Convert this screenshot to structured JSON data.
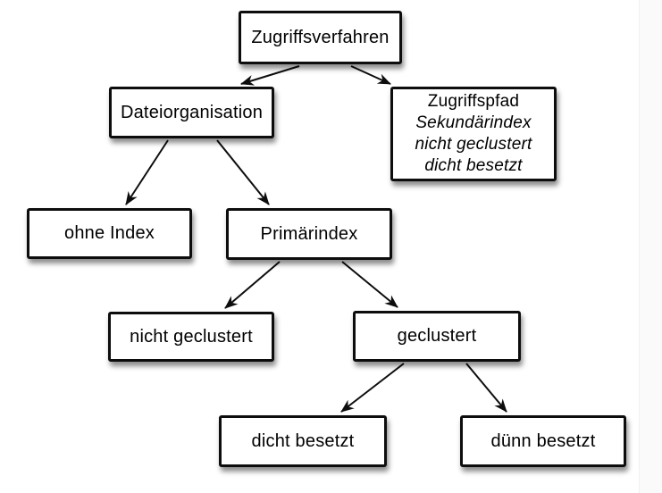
{
  "page": {
    "background_color": "#ffffff",
    "right_margin_color": "#fafafa"
  },
  "colors": {
    "box_fill": "#ffffff",
    "box_border": "#0d0d0d",
    "arrow": "#0d0d0d",
    "text": "#000000",
    "shadow": "rgba(0,0,0,0.45)"
  },
  "tree": {
    "nodes": {
      "root": {
        "label": "Zugriffsverfahren"
      },
      "dateiorganisation": {
        "label": "Dateiorganisation"
      },
      "zugriffspfad": {
        "lines": [
          "Zugriffspfad",
          "Sekundärindex",
          "nicht geclustert",
          "dicht besetzt"
        ]
      },
      "ohne_index": {
        "label": "ohne Index"
      },
      "primaerindex": {
        "label": "Primärindex"
      },
      "nicht_geclustert": {
        "label": "nicht geclustert"
      },
      "geclustert": {
        "label": "geclustert"
      },
      "dicht_besetzt": {
        "label": "dicht besetzt"
      },
      "duenn_besetzt": {
        "label": "dünn besetzt"
      }
    },
    "edges": [
      {
        "from": "root",
        "to": "dateiorganisation"
      },
      {
        "from": "root",
        "to": "zugriffspfad"
      },
      {
        "from": "dateiorganisation",
        "to": "ohne_index"
      },
      {
        "from": "dateiorganisation",
        "to": "primaerindex"
      },
      {
        "from": "primaerindex",
        "to": "nicht_geclustert"
      },
      {
        "from": "primaerindex",
        "to": "geclustert"
      },
      {
        "from": "geclustert",
        "to": "dicht_besetzt"
      },
      {
        "from": "geclustert",
        "to": "duenn_besetzt"
      }
    ]
  }
}
